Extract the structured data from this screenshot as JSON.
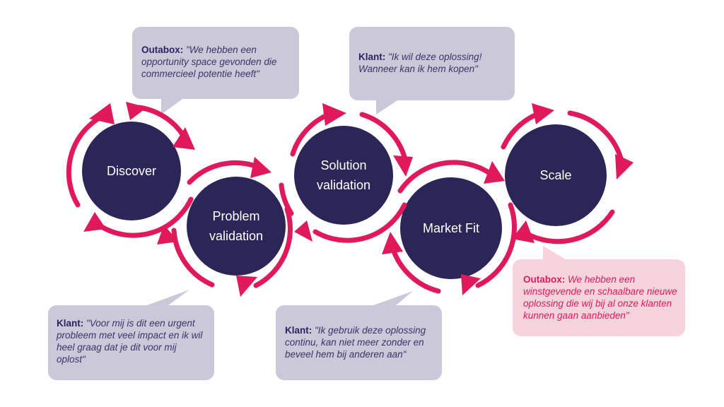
{
  "colors": {
    "circle_fill": "#2c2558",
    "arrow": "#e0195a",
    "bubble_purple": "#cbc8da",
    "bubble_pink": "#f7d3de"
  },
  "stages": [
    {
      "id": "discover",
      "label": "Discover"
    },
    {
      "id": "problem",
      "label": "Problem validation"
    },
    {
      "id": "solution",
      "label": "Solution validation"
    },
    {
      "id": "market",
      "label": "Market Fit"
    },
    {
      "id": "scale",
      "label": "Scale"
    }
  ],
  "quotes": [
    {
      "speaker": "Outabox:",
      "text": " \"We hebben een opportunity space gevonden die commercieel potentie heeft\""
    },
    {
      "speaker": "Klant:",
      "text": " \"Ik wil deze oplossing! Wanneer kan ik hem kopen\""
    },
    {
      "speaker": "Klant:",
      "text": " \"Voor mij is dit een urgent probleem met veel impact en ik wil heel graag dat je dit voor mij oplost\""
    },
    {
      "speaker": "Klant:",
      "text": " \"Ik gebruik deze oplossing continu, kan niet meer zonder en beveel hem bij anderen aan\""
    },
    {
      "speaker": "Outabox:",
      "text": " We hebben een winstgevende en schaalbare nieuwe oplossing die wij bij al onze klanten kunnen gaan aanbieden\""
    }
  ]
}
